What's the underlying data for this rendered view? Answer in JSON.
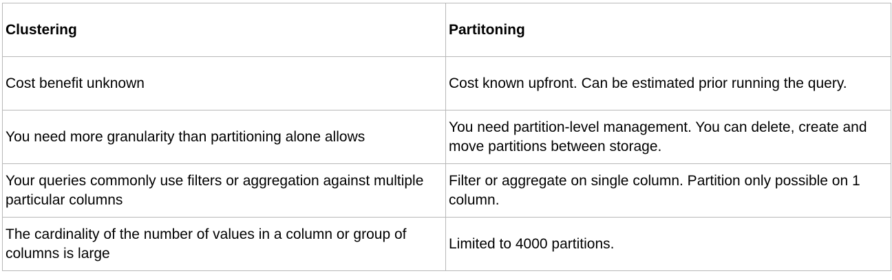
{
  "table": {
    "headers": [
      "Clustering",
      "Partitoning"
    ],
    "rows": [
      [
        "Cost benefit unknown",
        "Cost known upfront. Can be estimated prior running the query."
      ],
      [
        "You need more granularity than partitioning alone allows",
        "You need partition-level management. You can delete, create and move partitions between storage."
      ],
      [
        "Your queries commonly use filters or aggregation against multiple particular columns",
        "Filter or aggregate on single column. Partition only possible on 1 column."
      ],
      [
        "The cardinality of the number of values in a column or group of columns is large",
        "Limited to 4000 partitions."
      ]
    ]
  }
}
